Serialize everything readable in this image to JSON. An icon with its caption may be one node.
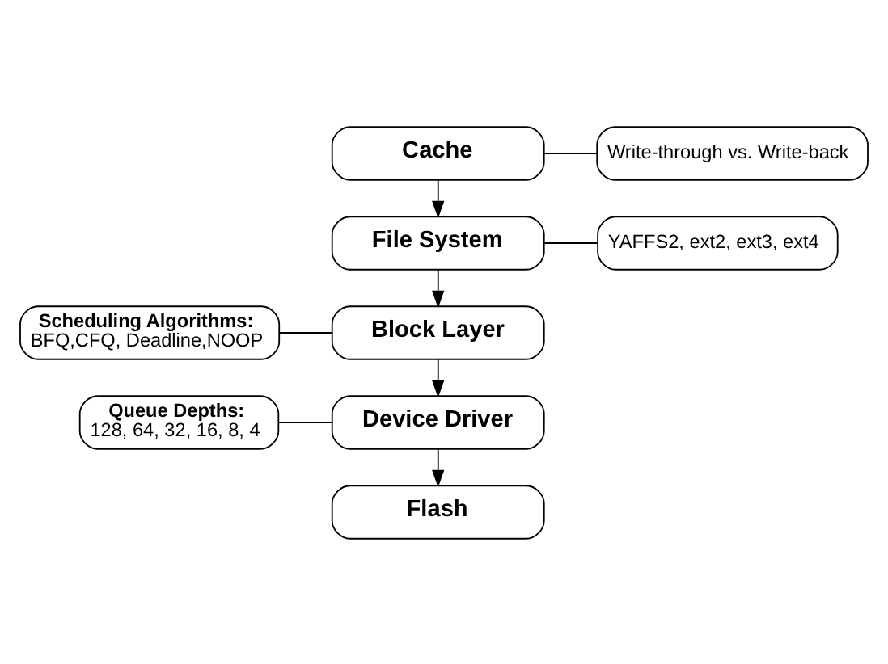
{
  "diagram": {
    "nodes": [
      {
        "text": [
          "Cache"
        ]
      },
      {
        "text": [
          "Write-through vs. Write-back"
        ]
      },
      {
        "text": [
          "File System"
        ]
      },
      {
        "text": [
          "YAFFS2, ext2, ext3, ext4"
        ]
      },
      {
        "text": [
          "Block Layer"
        ]
      },
      {
        "text": [
          "Scheduling Algorithms:",
          "BFQ,CFQ, Deadline,NOOP"
        ]
      },
      {
        "text": [
          "Device Driver"
        ]
      },
      {
        "text": [
          "Queue Depths:",
          "128, 64, 32, 16, 8, 4"
        ]
      },
      {
        "text": [
          "Flash"
        ]
      }
    ],
    "edges": [
      {
        "from": 0,
        "to": 2,
        "arrow": "to"
      },
      {
        "from": 2,
        "to": 4,
        "arrow": "to"
      },
      {
        "from": 4,
        "to": 6,
        "arrow": "to"
      },
      {
        "from": 6,
        "to": 8,
        "arrow": "to"
      },
      {
        "from": 1,
        "to": 0,
        "arrow": "none"
      },
      {
        "from": 3,
        "to": 2,
        "arrow": "none"
      },
      {
        "from": 5,
        "to": 4,
        "arrow": "none"
      },
      {
        "from": 7,
        "to": 6,
        "arrow": "none"
      }
    ]
  }
}
